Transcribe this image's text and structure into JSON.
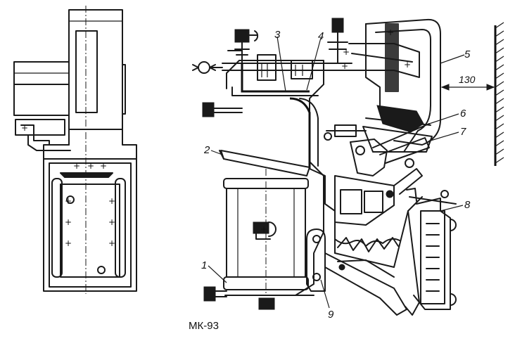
{
  "caption": "МК-93",
  "dimension": "130",
  "parts": [
    {
      "num": "1"
    },
    {
      "num": "2"
    },
    {
      "num": "3"
    },
    {
      "num": "4"
    },
    {
      "num": "5"
    },
    {
      "num": "6"
    },
    {
      "num": "7"
    },
    {
      "num": "8"
    },
    {
      "num": "9"
    }
  ]
}
